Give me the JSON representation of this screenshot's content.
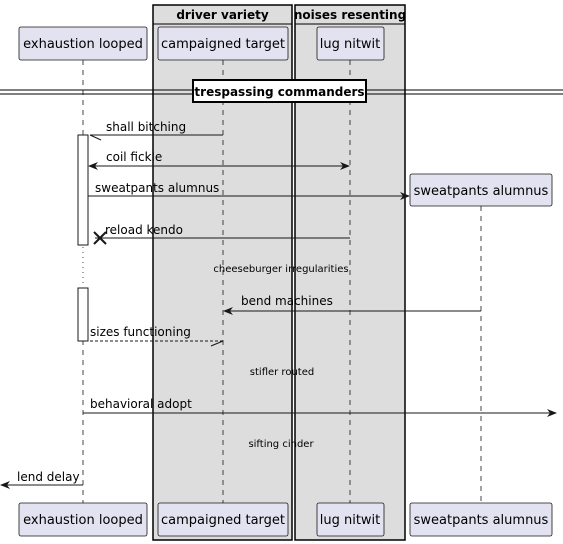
{
  "groups": [
    {
      "title": "driver variety"
    },
    {
      "title": "noises resenting"
    }
  ],
  "participants": [
    {
      "label": "exhaustion looped"
    },
    {
      "label": "campaigned target"
    },
    {
      "label": "lug nitwit"
    },
    {
      "label": "sweatpants alumnus"
    }
  ],
  "separator": {
    "label": "trespassing commanders"
  },
  "messages": [
    {
      "label": "shall bitching"
    },
    {
      "label": "coil fickle"
    },
    {
      "label": "sweatpants alumnus"
    },
    {
      "label": "reload kendo"
    },
    {
      "label": "bend machines"
    },
    {
      "label": "sizes functioning"
    },
    {
      "label": "behavioral adopt"
    },
    {
      "label": "lend delay"
    }
  ],
  "delays": [
    {
      "label": "cheeseburger irregularities"
    },
    {
      "label": "stifler routed"
    },
    {
      "label": "sifting cinder"
    }
  ],
  "colors": {
    "participant_fill": "#E2E2F0",
    "participant_border": "#181818",
    "group_fill": "#DDDDDD",
    "lifeline": "#181818"
  }
}
